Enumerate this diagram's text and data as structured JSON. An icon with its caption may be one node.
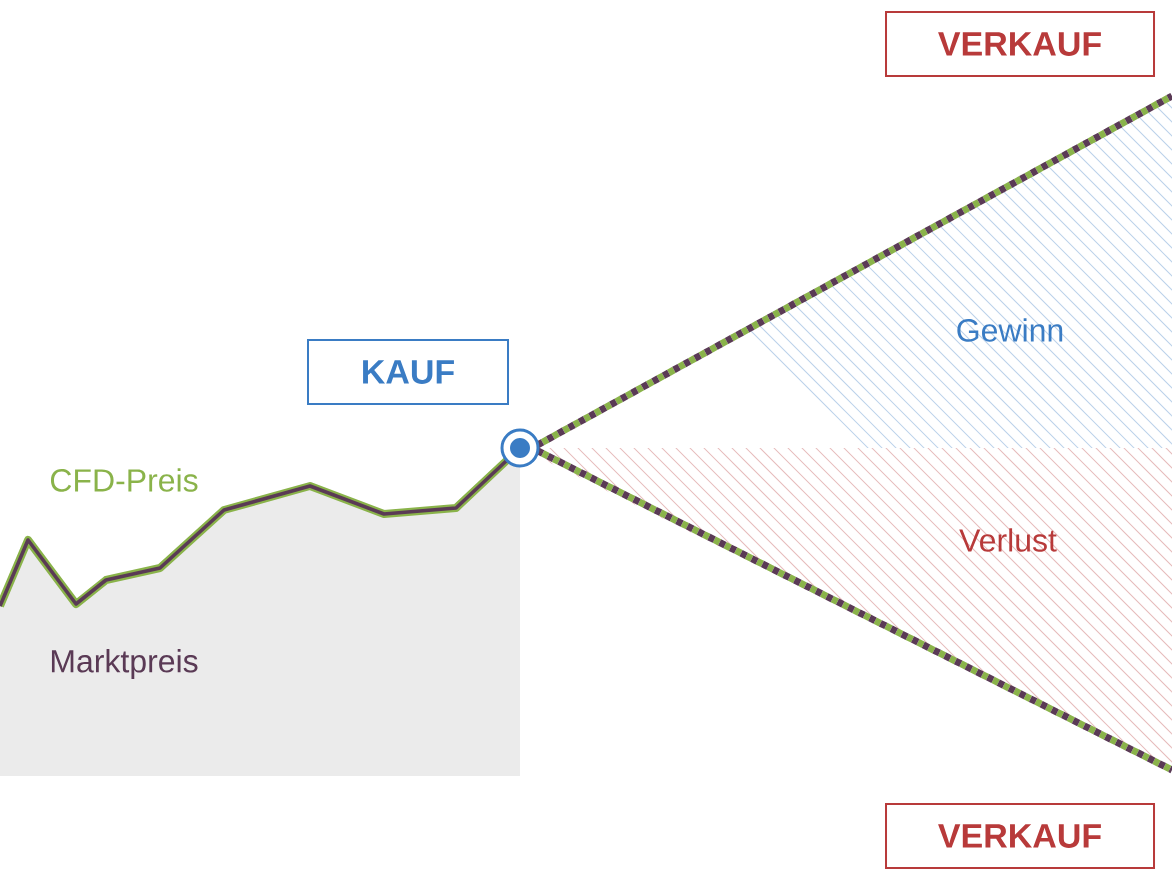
{
  "diagram": {
    "nodes": [
      {
        "text": [
          "KAUF"
        ]
      },
      {
        "text": [
          "VERKAUF"
        ]
      },
      {
        "text": [
          "VERKAUF"
        ]
      }
    ],
    "labels": [
      "Gewinn",
      "Verlust",
      "CFD-Preis",
      "Marktpreis"
    ]
  }
}
